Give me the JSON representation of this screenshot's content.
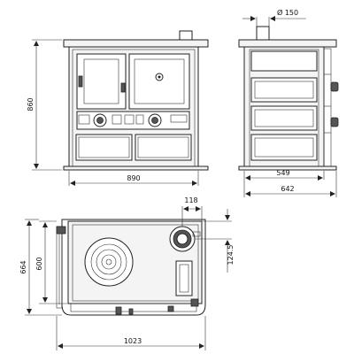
{
  "dimensions": {
    "front_height": "860",
    "front_width": "890",
    "flue_diameter": "Ø 150",
    "side_depth_inner": "549",
    "side_depth_outer": "642",
    "top_offset_x": "118",
    "top_offset_y": "124.5",
    "top_depth_inner": "600",
    "top_depth_outer": "664",
    "top_width": "1023"
  }
}
